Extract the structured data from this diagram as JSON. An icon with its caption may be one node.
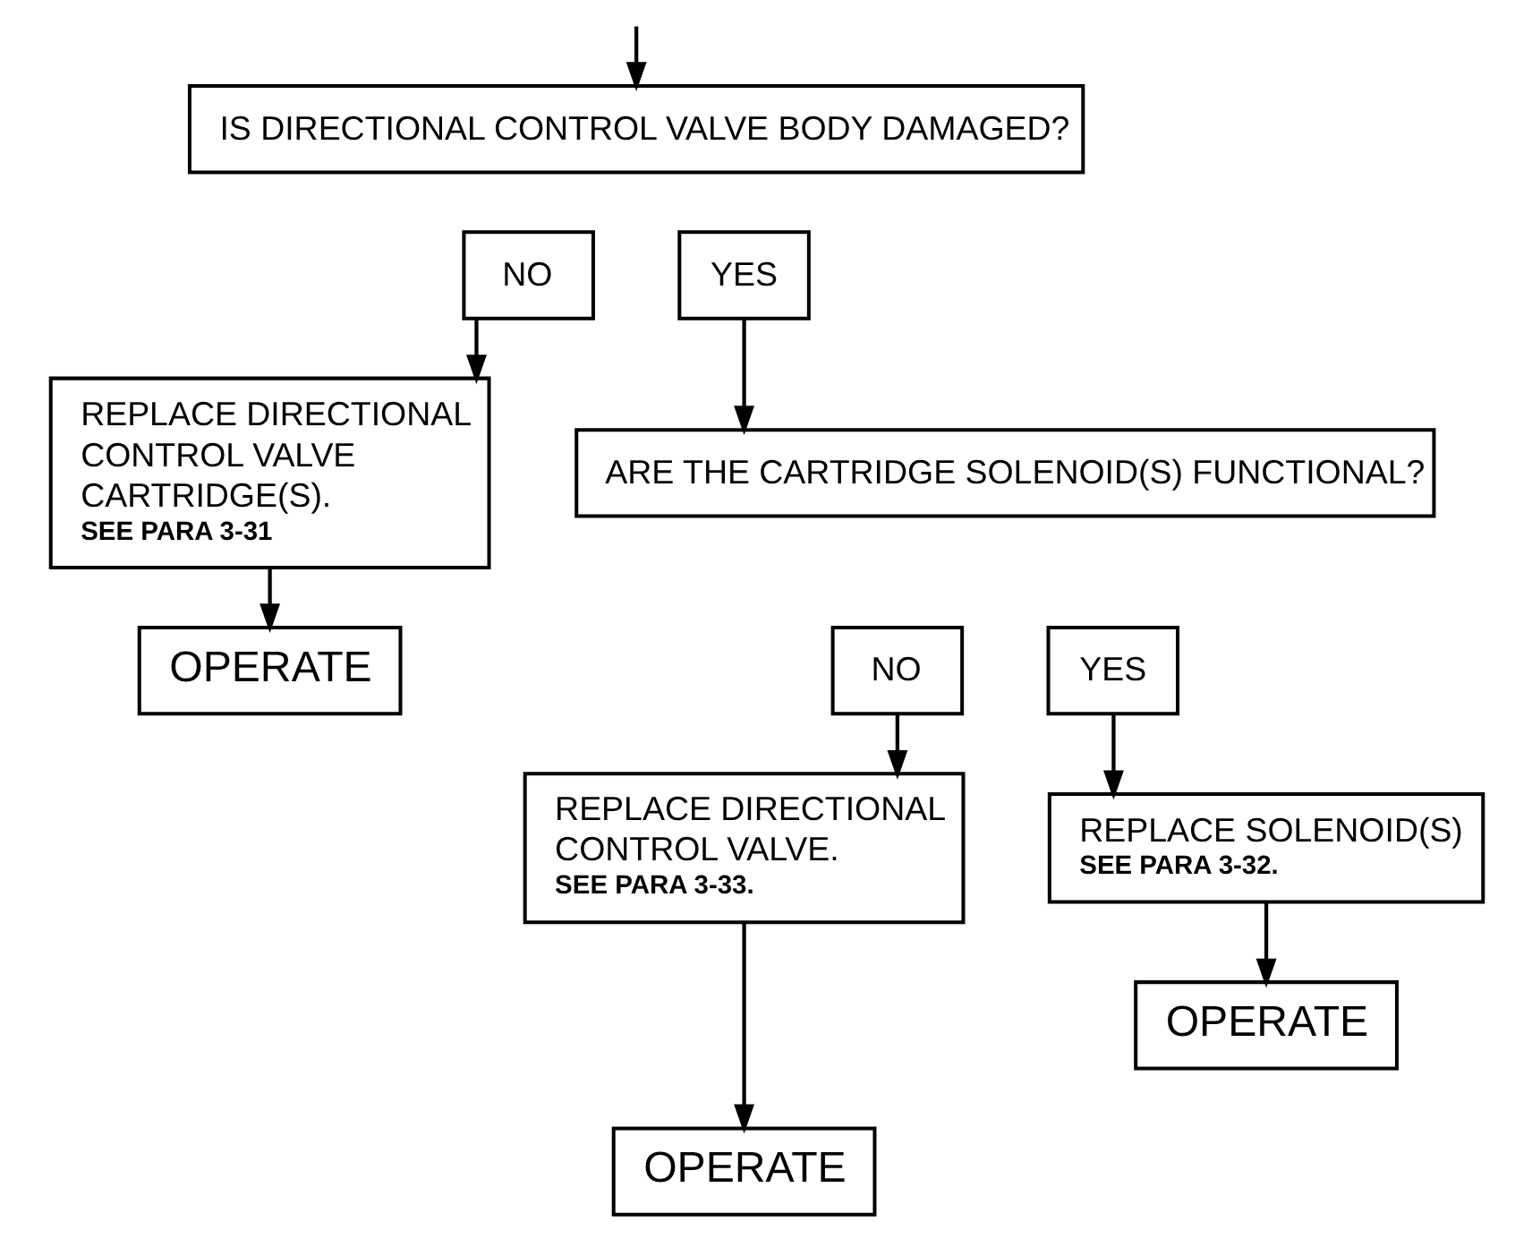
{
  "diagram": {
    "nodes": [
      {
        "text": [
          "IS DIRECTIONAL CONTROL VALVE BODY DAMAGED?"
        ]
      },
      {
        "text": [
          "NO"
        ]
      },
      {
        "text": [
          "YES"
        ]
      },
      {
        "text": [
          "REPLACE DIRECTIONAL CONTROL VALVE CARTRIDGE(S).",
          "SEE PARA 3-31"
        ]
      },
      {
        "text": [
          "ARE THE CARTRIDGE SOLENOID(S) FUNCTIONAL?"
        ]
      },
      {
        "text": [
          "NO"
        ]
      },
      {
        "text": [
          "YES"
        ]
      },
      {
        "text": [
          "OPERATE"
        ]
      },
      {
        "text": [
          "REPLACE DIRECTIONAL CONTROL VALVE.",
          "SEE PARA 3-33."
        ]
      },
      {
        "text": [
          "REPLACE SOLENOID(S)",
          "SEE PARA 3-32."
        ]
      },
      {
        "text": [
          "OPERATE"
        ]
      },
      {
        "text": [
          "OPERATE"
        ]
      }
    ],
    "edges": [
      {
        "from": null,
        "to": 0,
        "arrow": "to"
      },
      {
        "from": 1,
        "to": 3,
        "arrow": "to"
      },
      {
        "from": 2,
        "to": 4,
        "arrow": "to"
      },
      {
        "from": 5,
        "to": 8,
        "arrow": "to"
      },
      {
        "from": 6,
        "to": 9,
        "arrow": "to"
      },
      {
        "from": 3,
        "to": 7,
        "arrow": "to"
      },
      {
        "from": 9,
        "to": 11,
        "arrow": "to"
      },
      {
        "from": 8,
        "to": 10,
        "arrow": "to"
      }
    ]
  }
}
